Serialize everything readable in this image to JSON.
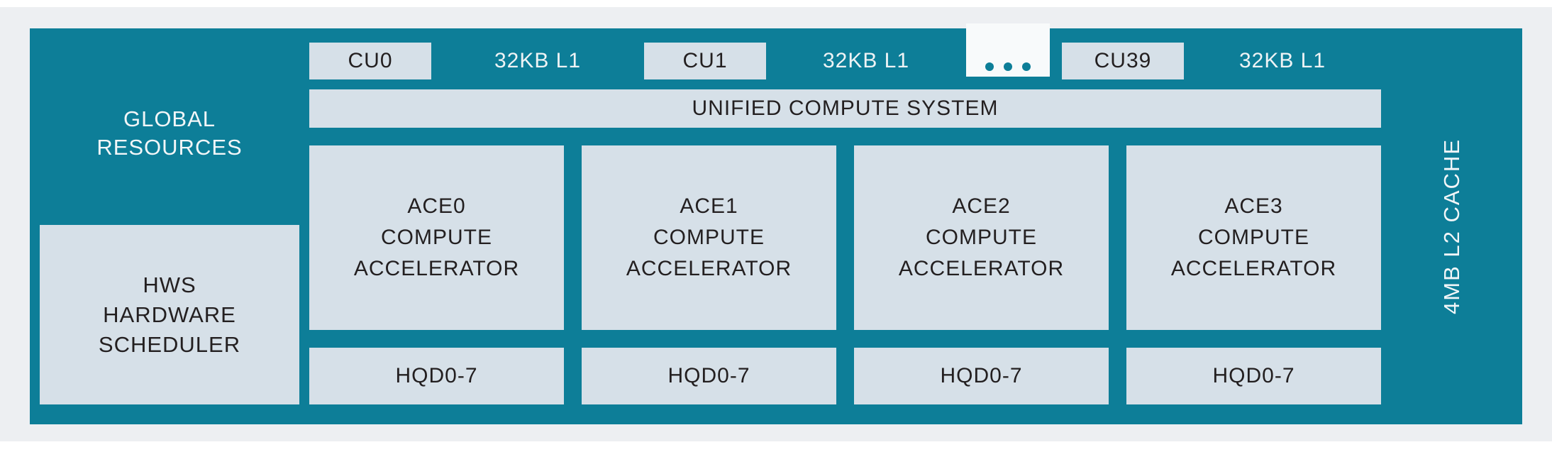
{
  "colors": {
    "teal": "#0d7e98",
    "light_box": "#d6e0e8",
    "panel_background": "#edeff2",
    "notch_background": "#f8fafb",
    "dark_text": "#231f20",
    "light_text": "#f2f6f8"
  },
  "diagram": {
    "global_resources": {
      "label": "GLOBAL\nRESOURCES"
    },
    "hws": {
      "label": "HWS\nHARDWARE\nSCHEDULER"
    },
    "cu_row": {
      "cells": [
        {
          "cu": "CU0",
          "cache": "32KB L1"
        },
        {
          "cu": "CU1",
          "cache": "32KB L1"
        },
        {
          "cu": "CU39",
          "cache": "32KB L1"
        }
      ],
      "ellipsis": "..."
    },
    "unified": {
      "label": "UNIFIED COMPUTE SYSTEM"
    },
    "aces": [
      {
        "label": "ACE0\nCOMPUTE\nACCELERATOR",
        "queue": "HQD0-7"
      },
      {
        "label": "ACE1\nCOMPUTE\nACCELERATOR",
        "queue": "HQD0-7"
      },
      {
        "label": "ACE2\nCOMPUTE\nACCELERATOR",
        "queue": "HQD0-7"
      },
      {
        "label": "ACE3\nCOMPUTE\nACCELERATOR",
        "queue": "HQD0-7"
      }
    ],
    "l2": {
      "label": "4MB L2 CACHE"
    }
  }
}
